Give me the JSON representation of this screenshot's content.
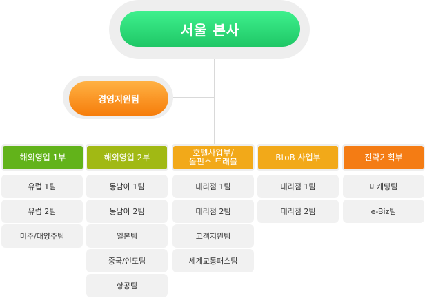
{
  "headquarters": "서울 본사",
  "support_team": "경영지원팀",
  "departments": [
    {
      "name": "해외영업 1부",
      "teams": [
        "유럽 1팀",
        "유럽 2팀",
        "미주/대양주팀"
      ]
    },
    {
      "name": "해외영업 2부",
      "teams": [
        "동남아 1팀",
        "동남아 2팀",
        "일본팀",
        "중국/인도팀",
        "항공팀"
      ]
    },
    {
      "name": "호텔사업부/\n돌핀스 트래블",
      "teams": [
        "대리점 1팀",
        "대리점 2팀",
        "고객지원팀",
        "세계교통패스팀"
      ]
    },
    {
      "name": "BtoB 사업부",
      "teams": [
        "대리점 1팀",
        "대리점 2팀"
      ]
    },
    {
      "name": "전략기획부",
      "teams": [
        "마케팅팀",
        "e-Biz팀"
      ]
    }
  ],
  "colors": {
    "hq": "#2bd978",
    "support": "#f78b1c",
    "dept_1": "#62b31a",
    "dept_2": "#a1b914",
    "dept_3": "#f2a919",
    "dept_4": "#f2a919",
    "dept_5": "#f47c14",
    "connector": "#d9d9d9"
  }
}
